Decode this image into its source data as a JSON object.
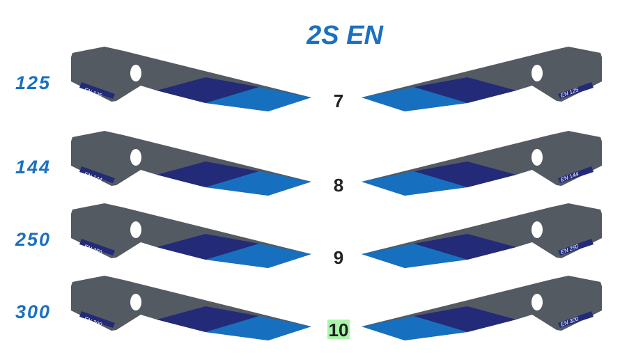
{
  "title": "2S EN",
  "colors": {
    "gray": "#535a62",
    "navy": "#232a78",
    "blue": "#1670bf",
    "highlight": "#a9f5a9",
    "text_blue": "#1b70c0"
  },
  "rows": [
    {
      "size": "125",
      "number": "7",
      "badge": "EN 125",
      "highlighted": false
    },
    {
      "size": "144",
      "number": "8",
      "badge": "EN 144",
      "highlighted": false
    },
    {
      "size": "250",
      "number": "9",
      "badge": "EN 250",
      "highlighted": false
    },
    {
      "size": "300",
      "number": "10",
      "badge": "EN 300",
      "highlighted": true
    }
  ]
}
